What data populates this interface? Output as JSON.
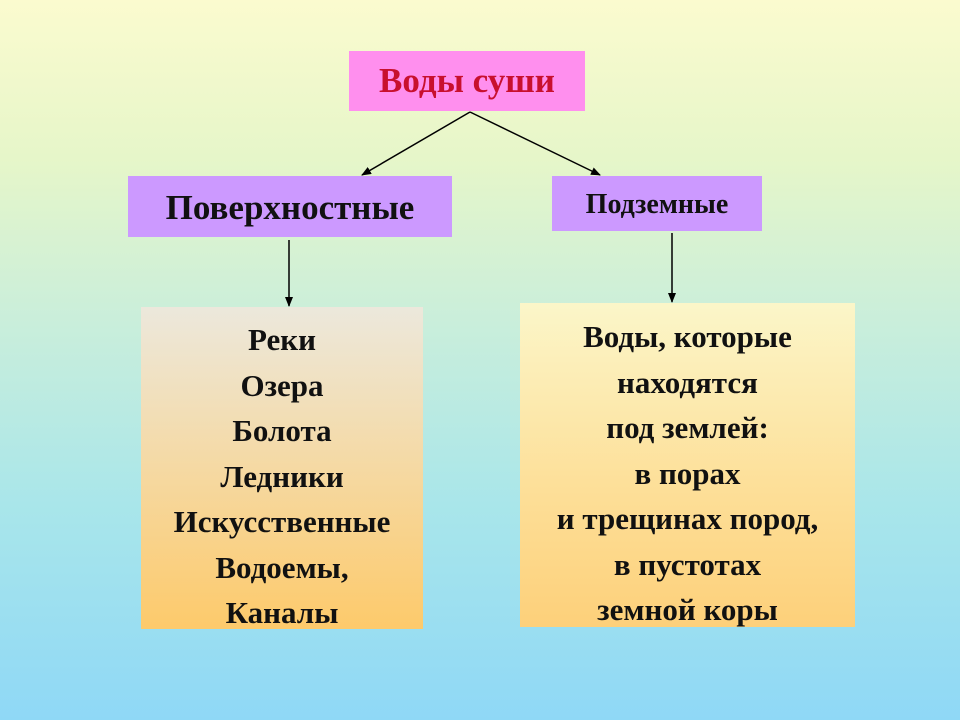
{
  "root": {
    "title": "Воды суши"
  },
  "branches": [
    {
      "label": "Поверхностные",
      "lines": [
        "Реки",
        "Озера",
        "Болота",
        "Ледники",
        "Искусственные",
        "Водоемы,",
        "Каналы"
      ]
    },
    {
      "label": "Подземные",
      "lines": [
        "Воды, которые",
        "находятся",
        "под землей:",
        "в порах",
        "и трещинах пород,",
        "в пустотах",
        "земной коры"
      ]
    }
  ],
  "colors": {
    "root_fill": "#ff8fee",
    "root_text": "#c8102e",
    "branch_fill": "#cc99ff",
    "connector": "#000000"
  }
}
